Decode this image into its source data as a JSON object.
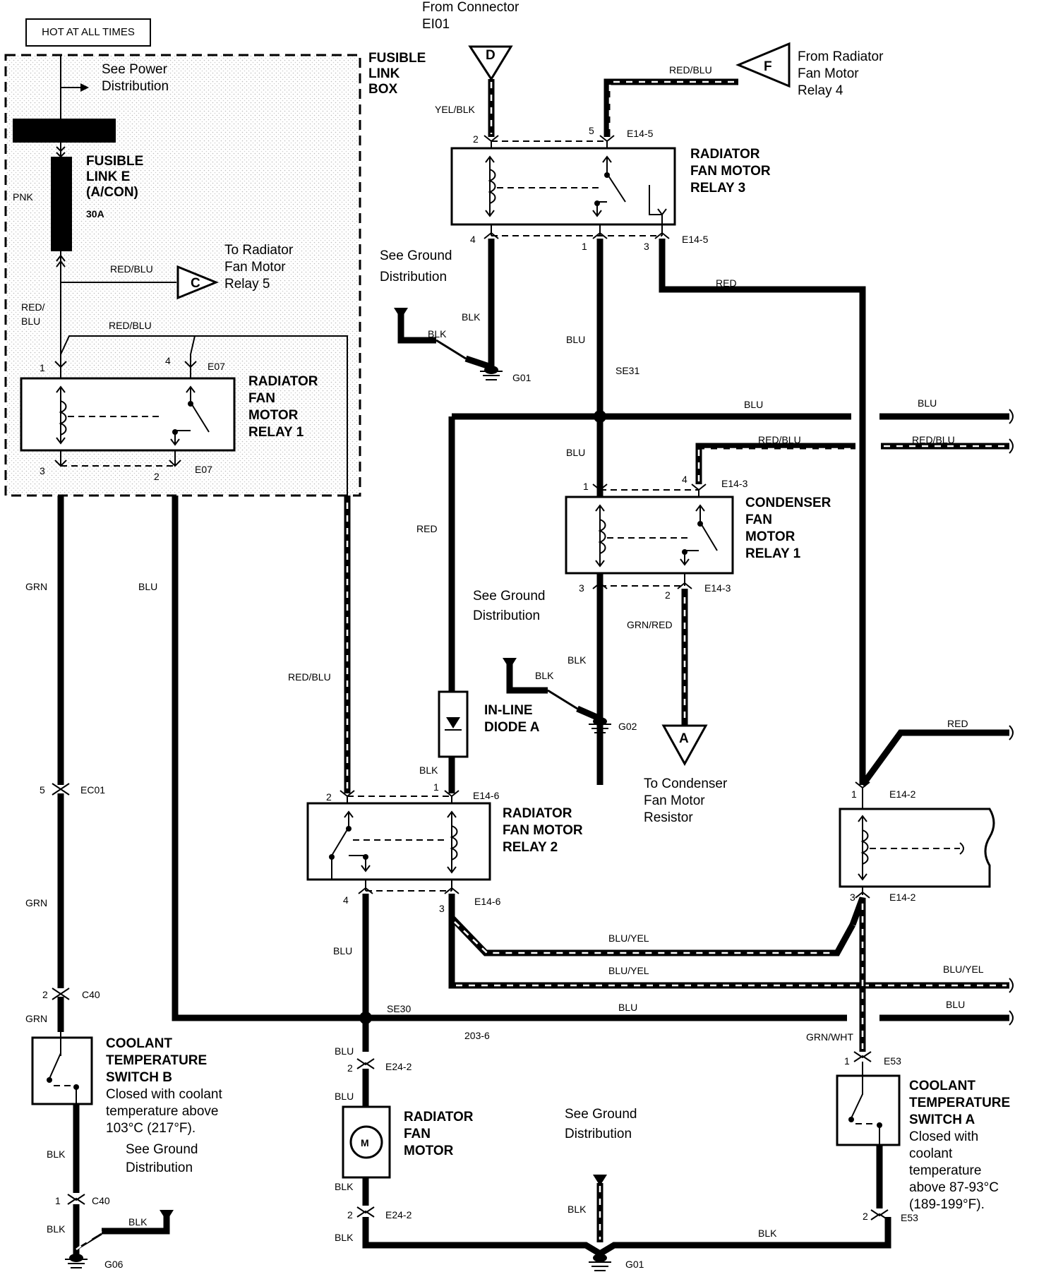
{
  "hot_label": "HOT AT ALL TIMES",
  "fusible_link_box": [
    "FUSIBLE",
    "LINK",
    "BOX"
  ],
  "see_power": [
    "See Power",
    "Distribution"
  ],
  "fusible_link": [
    "FUSIBLE",
    "LINK E",
    "(A/CON)"
  ],
  "fusible_rating": "30A",
  "to_relay5": [
    "To Radiator",
    "Fan Motor",
    "Relay 5"
  ],
  "from_connector": [
    "From Connector",
    "EI01"
  ],
  "from_relay4": [
    "From Radiator",
    "Fan Motor",
    "Relay 4"
  ],
  "relay1_title": [
    "RADIATOR",
    "FAN",
    "MOTOR",
    "RELAY 1"
  ],
  "relay2_title": [
    "RADIATOR",
    "FAN MOTOR",
    "RELAY 2"
  ],
  "relay3_title": [
    "RADIATOR",
    "FAN MOTOR",
    "RELAY 3"
  ],
  "cond_relay_title": [
    "CONDENSER",
    "FAN",
    "MOTOR",
    "RELAY 1"
  ],
  "diode_title": [
    "IN-LINE",
    "DIODE A"
  ],
  "to_cond_resistor": [
    "To Condenser",
    "Fan Motor",
    "Resistor"
  ],
  "see_ground": [
    "See Ground",
    "Distribution"
  ],
  "motor_title": [
    "RADIATOR",
    "FAN",
    "MOTOR"
  ],
  "motor_symbol": "M",
  "switch_b_title": [
    "COOLANT",
    "TEMPERATURE",
    "SWITCH B"
  ],
  "switch_b_desc": [
    "Closed with coolant",
    "temperature above",
    "103°C (217°F)."
  ],
  "switch_a_title": [
    "COOLANT",
    "TEMPERATURE",
    "SWITCH A"
  ],
  "switch_a_desc": [
    "Closed with",
    "coolant",
    "temperature",
    "above 87-93°C",
    "(189-199°F)."
  ],
  "connector_letters": {
    "c": "C",
    "d": "D",
    "f": "F",
    "a": "A"
  },
  "wire_colors": {
    "pnk": "PNK",
    "red_blu": "RED/BLU",
    "red_blu_split": [
      "RED/",
      "BLU"
    ],
    "yel_blk": "YEL/BLK",
    "blk": "BLK",
    "blu": "BLU",
    "red": "RED",
    "grn": "GRN",
    "grn_red": "GRN/RED",
    "blu_yel": "BLU/YEL",
    "grn_wht": "GRN/WHT"
  },
  "connectors": {
    "e07": "E07",
    "e14_5": "E14-5",
    "e14_3": "E14-3",
    "e14_6": "E14-6",
    "e14_2": "E14-2",
    "se31": "SE31",
    "se30": "SE30",
    "ec01": "EC01",
    "c40": "C40",
    "e24_2": "E24-2",
    "e53": "E53",
    "g01": "G01",
    "g02": "G02",
    "g06": "G06",
    "code_203_6": "203-6"
  },
  "pins": {
    "p1": "1",
    "p2": "2",
    "p3": "3",
    "p4": "4",
    "p5": "5"
  }
}
